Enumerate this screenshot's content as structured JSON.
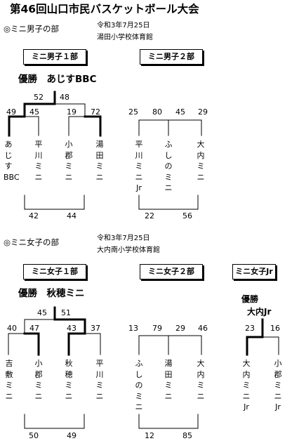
{
  "title": "第46回山口市民バスケットボール大会",
  "boys": {
    "section": "◎ミニ男子の部",
    "date": "令和3年7月25日",
    "venue": "湯田小学校体育館",
    "div1_label": "ミニ男子１部",
    "div2_label": "ミニ男子２部",
    "winner_label": "優勝　あじすBBC",
    "div1": {
      "final_scores": [
        "52",
        "48"
      ],
      "first_scores": [
        "49",
        "45",
        "19",
        "72"
      ],
      "teams": [
        "あじすBBC",
        "平川ミニ",
        "小郡ミニ",
        "湯田ミニ"
      ],
      "bottom_scores": [
        "42",
        "44"
      ]
    },
    "div2": {
      "scores": [
        "25",
        "80",
        "45",
        "29"
      ],
      "teams": [
        "平川ミニJr",
        "ふしのミニ",
        "大内ミニ"
      ],
      "bottom_scores": [
        "22",
        "56"
      ]
    }
  },
  "girls": {
    "section": "◎ミニ女子の部",
    "date": "令和3年7月25日",
    "venue": "大内南小学校体育館",
    "div1_label": "ミニ女子１部",
    "div2_label": "ミニ女子２部",
    "jr_label": "ミニ女子Jr",
    "winner_label": "優勝　秋穂ミニ",
    "jr_winner_line1": "優勝",
    "jr_winner_line2": "大内Jr",
    "div1": {
      "final_scores": [
        "45",
        "51"
      ],
      "first_scores": [
        "40",
        "47",
        "43",
        "37"
      ],
      "teams": [
        "吉敷ミニ",
        "小郡ミニ",
        "秋穂ミニ",
        "平川ミニ"
      ],
      "bottom_scores": [
        "50",
        "49"
      ]
    },
    "div2": {
      "scores": [
        "13",
        "79",
        "29",
        "46"
      ],
      "teams": [
        "ふしのミニ",
        "湯田ミニ",
        "大内ミニ"
      ],
      "bottom_scores": [
        "12",
        "85"
      ]
    },
    "jr": {
      "scores": [
        "23",
        "16"
      ],
      "teams": [
        "大内ミニJr",
        "小郡ミニJr"
      ]
    }
  }
}
